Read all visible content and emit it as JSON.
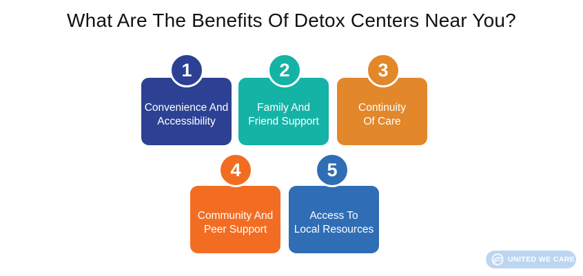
{
  "title": "What Are The Benefits Of Detox Centers Near You?",
  "benefits": [
    {
      "number": "1",
      "line1": "Convenience And",
      "line2": "Accessibility",
      "color": "#2c4193"
    },
    {
      "number": "2",
      "line1": "Family And",
      "line2": "Friend Support",
      "color": "#15b3a6"
    },
    {
      "number": "3",
      "line1": "Continuity",
      "line2": "Of Care",
      "color": "#e2872a"
    },
    {
      "number": "4",
      "line1": "Community And",
      "line2": "Peer Support",
      "color": "#f26d22"
    },
    {
      "number": "5",
      "line1": "Access To",
      "line2": "Local Resources",
      "color": "#2f6db5"
    }
  ],
  "brand": {
    "name": "UNITED WE CARE",
    "background": "#bcd6f1",
    "icon": "united-we-care-logo-icon"
  }
}
